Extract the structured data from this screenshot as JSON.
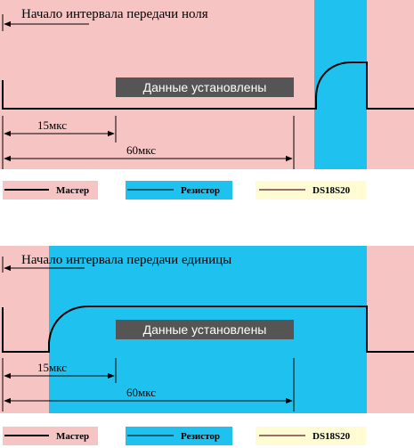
{
  "colors": {
    "master_bg": "#f7c4c4",
    "resistor_bg": "#1fc1ee",
    "ds_bg": "#fffbd3",
    "badge_bg": "#555555",
    "master_line": "#000000",
    "resistor_line": "#000000",
    "ds_line": "#9a6b6b"
  },
  "diagram0": {
    "title": "Начало интервала передачи ноля",
    "badge": "Данные установлены",
    "dim_short": "15мкс",
    "dim_long": "60мкс"
  },
  "diagram1": {
    "title": "Начало интервала передачи единицы",
    "badge": "Данные установлены",
    "dim_short": "15мкс",
    "dim_long": "60мкс"
  },
  "legend": {
    "master": "Мастер",
    "resistor": "Резистор",
    "ds": "DS18S20"
  }
}
